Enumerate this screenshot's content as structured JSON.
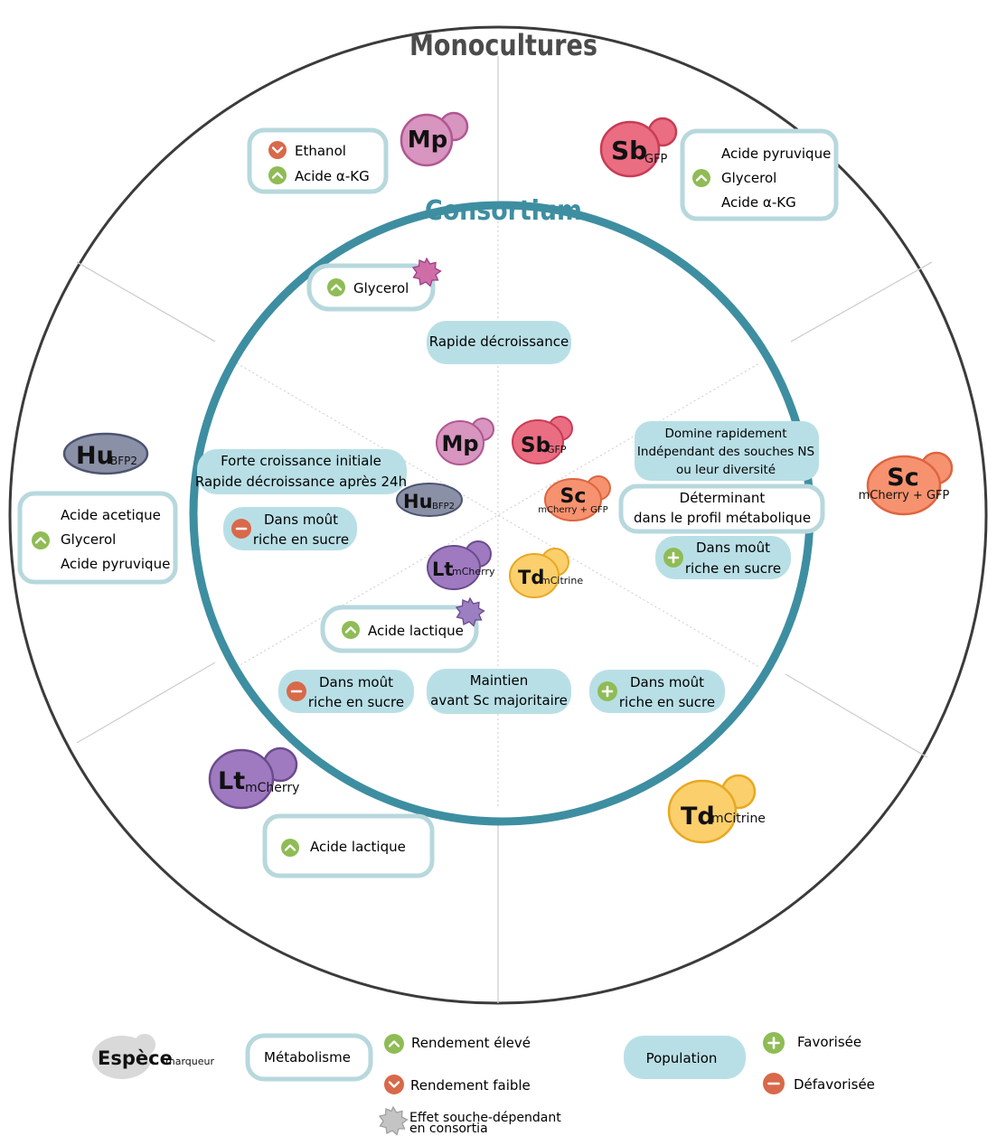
{
  "titles": {
    "outer": "Monocultures",
    "inner": "Consortium"
  },
  "colors": {
    "teal": "#3e8ea1",
    "ring": "#3b3b3b",
    "meta_border": "#b7d8dd",
    "pop_fill": "#b9dfe6",
    "up": "#8fbc55",
    "down": "#d8694a",
    "strain_effect": "#b56cc2",
    "legend_effect": "#b9b9b9"
  },
  "species": {
    "mp": {
      "abbr": "Mp",
      "marker": "",
      "color": "#d795bf",
      "border": "#b05793"
    },
    "sb": {
      "abbr": "Sb",
      "marker": "GFP",
      "color": "#ea6d82",
      "border": "#c83c55"
    },
    "sc": {
      "abbr": "Sc",
      "marker": "mCherry + GFP",
      "color": "#f6926f",
      "border": "#dd6540"
    },
    "hu": {
      "abbr": "Hu",
      "marker": "BFP2",
      "color": "#8a90a6",
      "border": "#4c5470"
    },
    "lt": {
      "abbr": "Lt",
      "marker": "mCherry",
      "color": "#9f7ac0",
      "border": "#6a4b8c"
    },
    "td": {
      "abbr": "Td",
      "marker": "mCitrine",
      "color": "#fbcf6c",
      "border": "#e8a921"
    }
  },
  "mono": {
    "mp": [
      "Ethanol",
      "Acide α-KG"
    ],
    "sb": [
      "Acide pyruvique",
      "Glycerol",
      "Acide α-KG"
    ],
    "hu": [
      "Acide acetique",
      "Glycerol",
      "Acide pyruvique"
    ],
    "lt": [
      "Acide lactique"
    ]
  },
  "consortium": {
    "glycerol": "Glycerol",
    "lactique": "Acide lactique",
    "pop_mp": "Rapide décroissance",
    "pop_hu": [
      "Forte croissance initiale",
      "Rapide décroissance après 24h"
    ],
    "pop_sc": [
      "Domine rapidement",
      "Indépendant des souches NS",
      "ou leur diversité"
    ],
    "meta_sc": [
      "Déterminant",
      "dans le profil métabolique"
    ],
    "sugar": [
      "Dans moût",
      "riche en sucre"
    ],
    "pop_lt_td": [
      "Maintien",
      "avant Sc majoritaire"
    ]
  },
  "legend": {
    "species": "Espèce",
    "marker": "marqueur",
    "metabolism": "Métabolisme",
    "high": "Rendement élevé",
    "low": "Rendement faible",
    "effect": [
      "Effet souche-dépendant",
      "en consortia"
    ],
    "population": "Population",
    "favored": "Favorisée",
    "disfavored": "Défavorisée"
  }
}
